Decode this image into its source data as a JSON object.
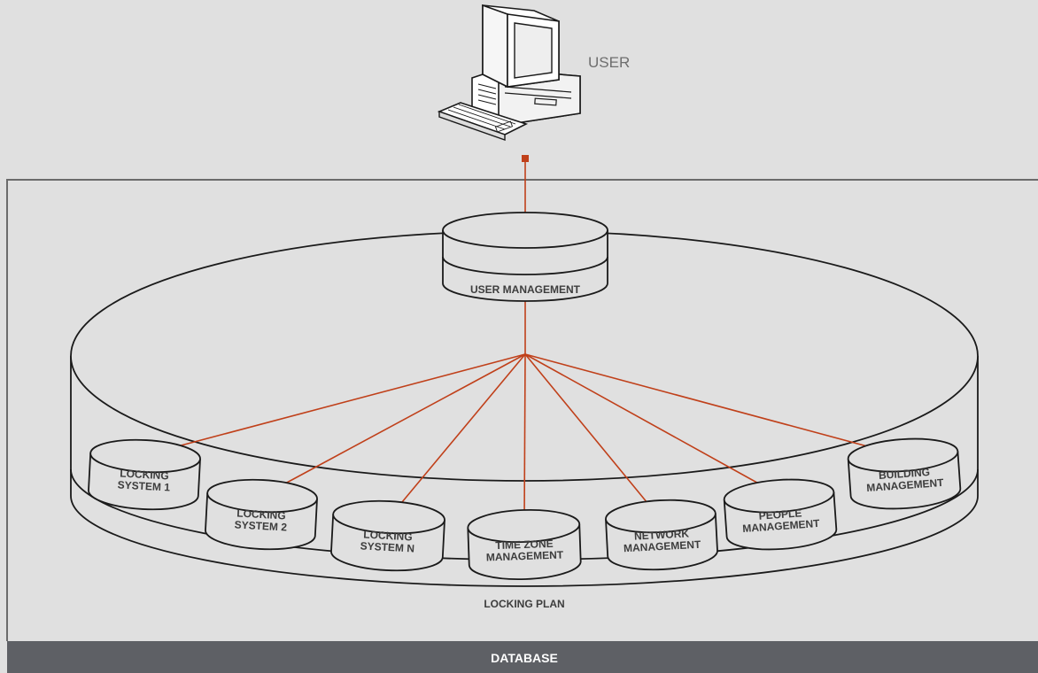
{
  "user": {
    "label": "USER"
  },
  "hub": {
    "label": "USER MANAGEMENT"
  },
  "plan": {
    "label": "LOCKING PLAN"
  },
  "database": {
    "label": "DATABASE"
  },
  "modules": [
    {
      "name": "LOCKING SYSTEM 1",
      "lines": [
        "LOCKING",
        "SYSTEM 1"
      ]
    },
    {
      "name": "LOCKING SYSTEM 2",
      "lines": [
        "LOCKING",
        "SYSTEM 2"
      ]
    },
    {
      "name": "LOCKING SYSTEM N",
      "lines": [
        "LOCKING",
        "SYSTEM N"
      ]
    },
    {
      "name": "TIME ZONE MANAGEMENT",
      "lines": [
        "TIME ZONE",
        "MANAGEMENT"
      ]
    },
    {
      "name": "NETWORK MANAGEMENT",
      "lines": [
        "NETWORK",
        "MANAGEMENT"
      ]
    },
    {
      "name": "PEOPLE MANAGEMENT",
      "lines": [
        "PEOPLE",
        "MANAGEMENT"
      ]
    },
    {
      "name": "BUILDING MANAGEMENT",
      "lines": [
        "BUILDING",
        "MANAGEMENT"
      ]
    }
  ],
  "colors": {
    "background": "#e0e0e0",
    "connector": "#c0401a",
    "outline": "#1a1a1a",
    "frame": "#6b6b6b",
    "database_bar": "#5e6065",
    "cylinder_fill": "#e0e0e0"
  },
  "icons": {
    "user": "desktop-computer-icon"
  }
}
